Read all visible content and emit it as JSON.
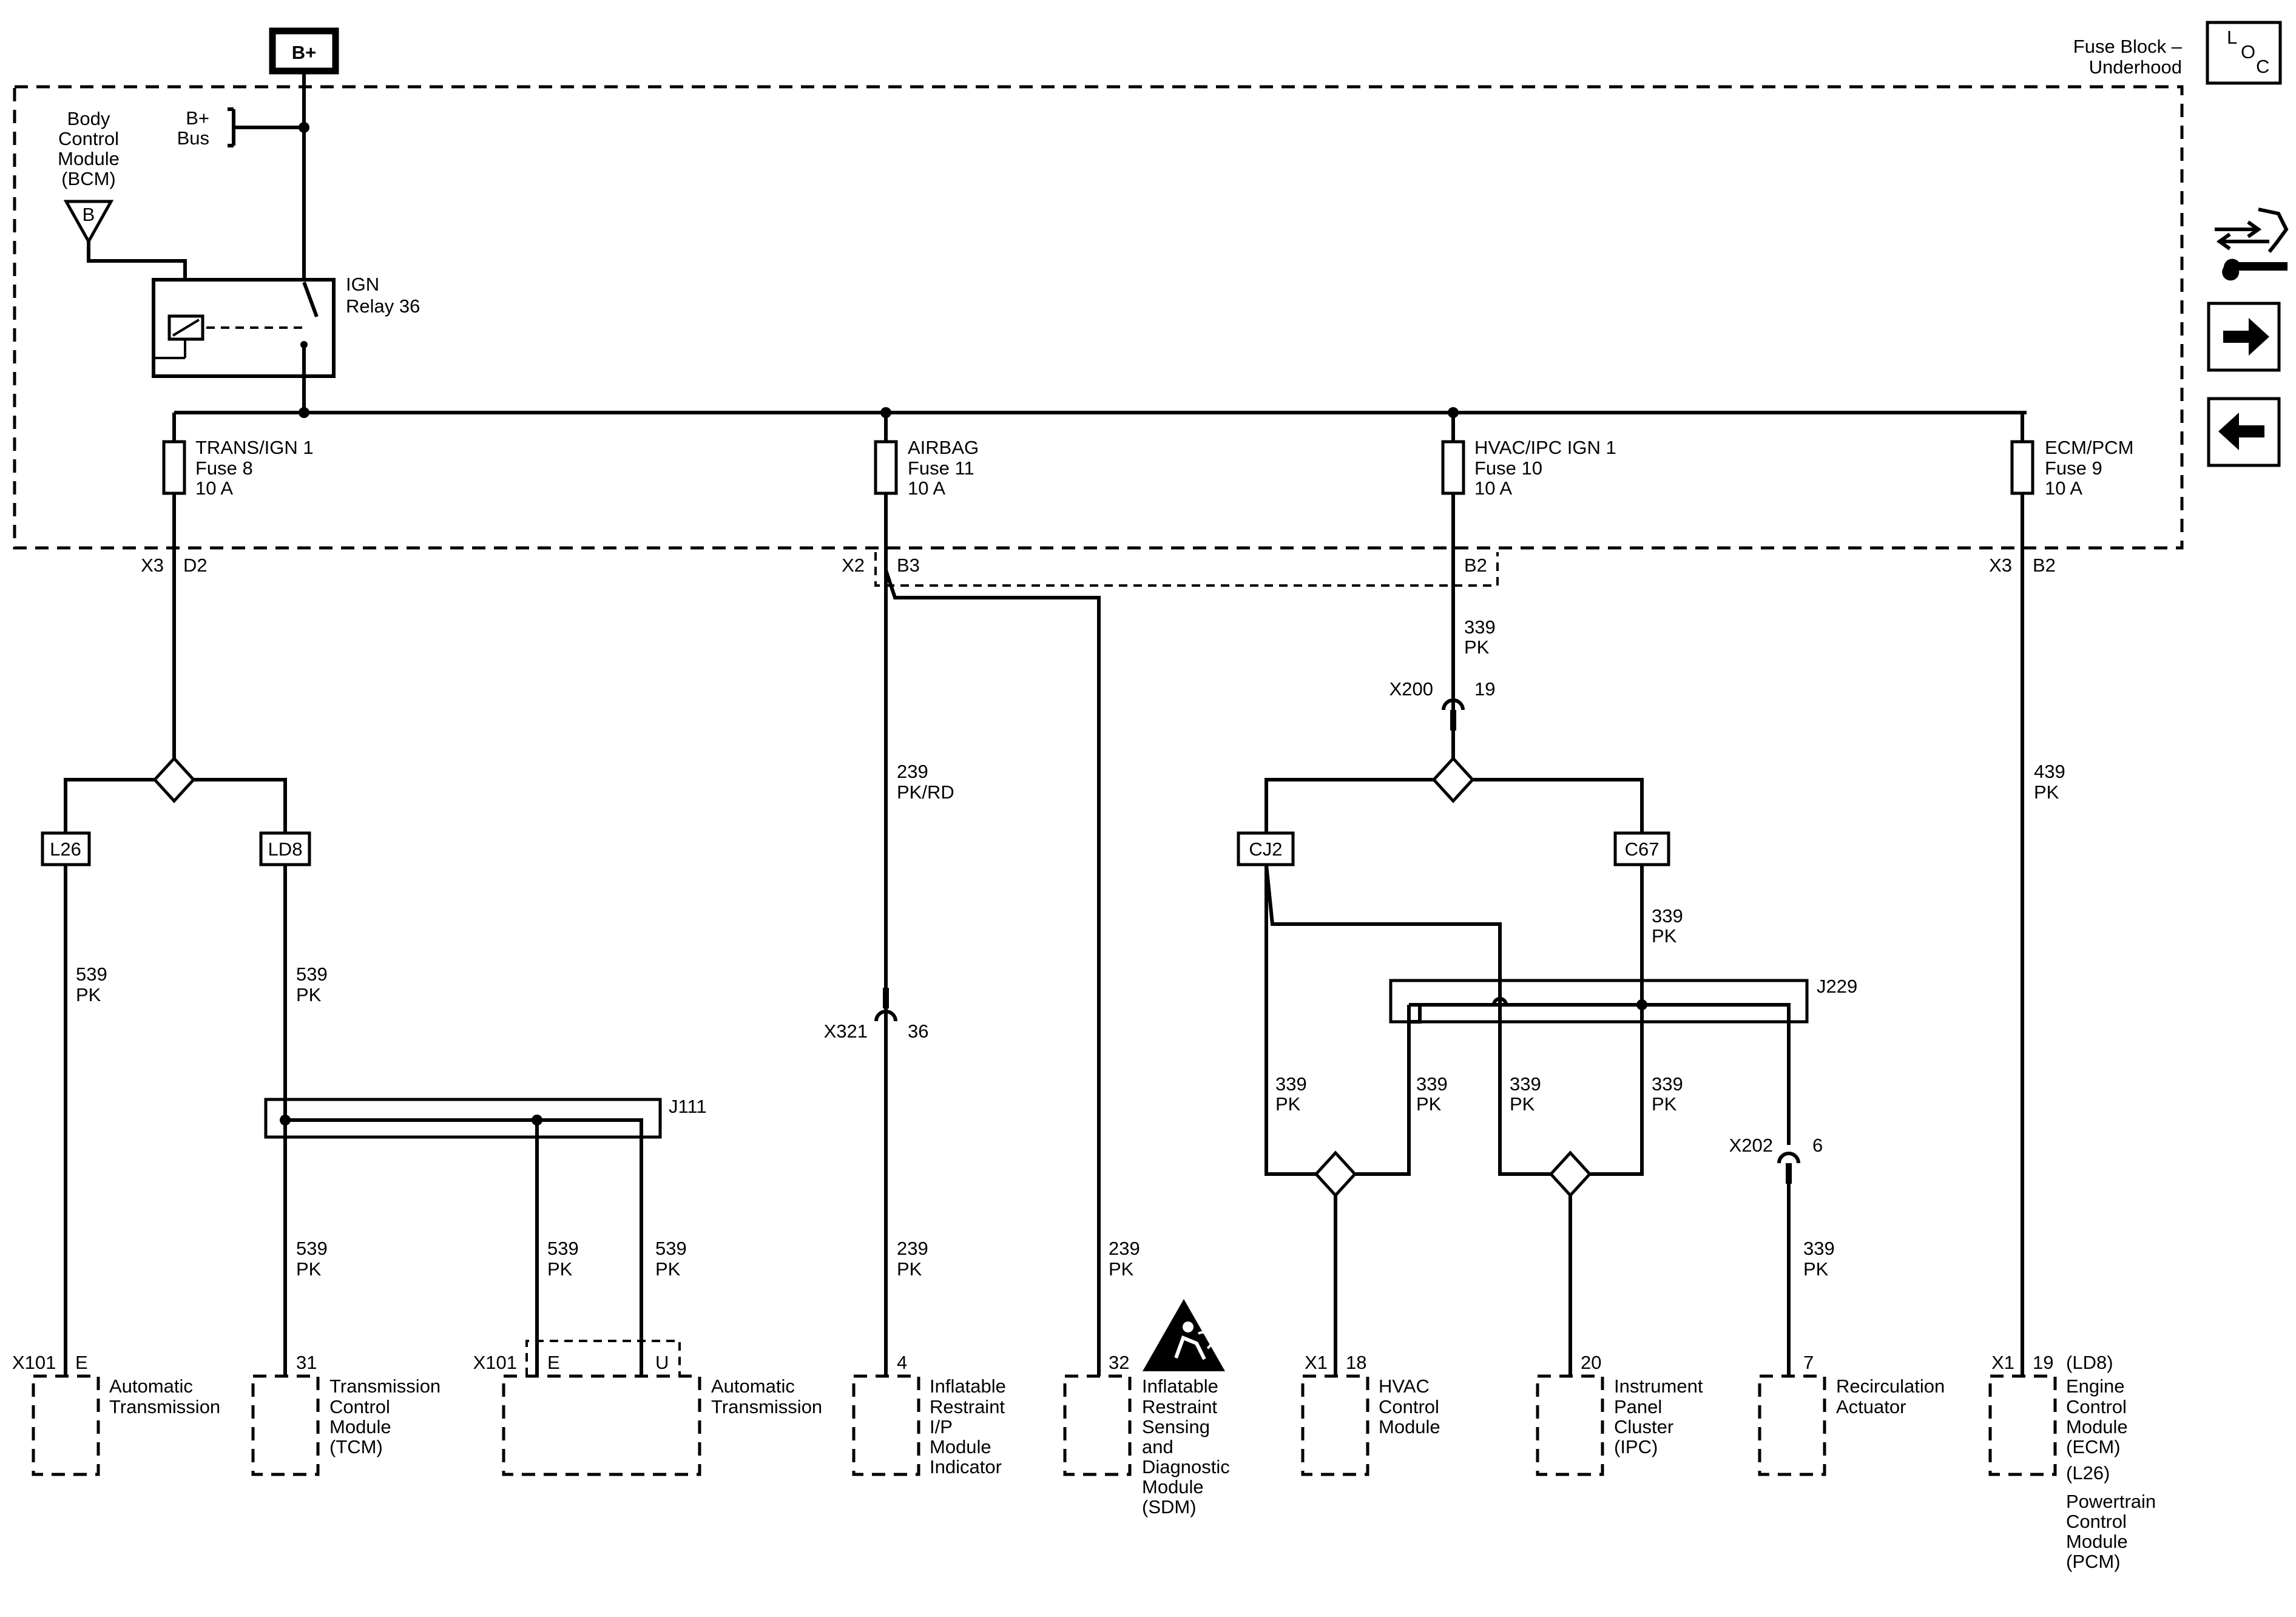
{
  "header": {
    "bplus_top": "B+",
    "fuse_block_line1": "Fuse Block –",
    "fuse_block_line2": "Underhood",
    "loc_l": "L",
    "loc_o": "O",
    "loc_c": "C"
  },
  "bcm": {
    "lines": [
      "Body",
      "Control",
      "Module",
      "(BCM)"
    ],
    "pin": "B"
  },
  "bplus_bus": [
    "B+",
    "Bus"
  ],
  "relay": [
    "IGN",
    "Relay 36"
  ],
  "fuses": [
    {
      "lines": [
        "TRANS/IGN 1",
        "Fuse 8",
        "10 A"
      ],
      "conn": "X3",
      "pin": "D2"
    },
    {
      "lines": [
        "AIRBAG",
        "Fuse 11",
        "10 A"
      ],
      "conn": "X2",
      "pin": "B3"
    },
    {
      "lines": [
        "HVAC/IPC IGN 1",
        "Fuse 10",
        "10 A"
      ],
      "conn": "",
      "pin": "B2"
    },
    {
      "lines": [
        "ECM/PCM",
        "Fuse 9",
        "10 A"
      ],
      "conn": "X3",
      "pin": "B2"
    }
  ],
  "options": {
    "l26": "L26",
    "ld8": "LD8",
    "cj2": "CJ2",
    "c67": "C67"
  },
  "wires": {
    "w539": [
      "539",
      "PK"
    ],
    "w239rd": [
      "239",
      "PK/RD"
    ],
    "w239": [
      "239",
      "PK"
    ],
    "w339": [
      "339",
      "PK"
    ],
    "w439": [
      "439",
      "PK"
    ]
  },
  "splices": {
    "j111": "J111",
    "j229": "J229"
  },
  "inline_connectors": [
    {
      "name": "X321",
      "pin": "36"
    },
    {
      "name": "X200",
      "pin": "19"
    },
    {
      "name": "X202",
      "pin": "6"
    }
  ],
  "components": [
    {
      "conn": "X101",
      "pin": "E",
      "lines": [
        "Automatic",
        "Transmission"
      ]
    },
    {
      "conn": "",
      "pin": "31",
      "lines": [
        "Transmission",
        "Control",
        "Module",
        "(TCM)"
      ]
    },
    {
      "conn": "X101",
      "pin": "E",
      "pin2": "U",
      "lines": [
        "Automatic",
        "Transmission"
      ]
    },
    {
      "conn": "",
      "pin": "4",
      "lines": [
        "Inflatable",
        "Restraint",
        "I/P",
        "Module",
        "Indicator"
      ]
    },
    {
      "conn": "",
      "pin": "32",
      "lines": [
        "Inflatable",
        "Restraint",
        "Sensing",
        "and",
        "Diagnostic",
        "Module",
        "(SDM)"
      ]
    },
    {
      "conn": "X1",
      "pin": "18",
      "lines": [
        "HVAC",
        "Control",
        "Module"
      ]
    },
    {
      "conn": "",
      "pin": "20",
      "lines": [
        "Instrument",
        "Panel",
        "Cluster",
        "(IPC)"
      ]
    },
    {
      "conn": "",
      "pin": "7",
      "lines": [
        "Recirculation",
        "Actuator"
      ]
    },
    {
      "conn": "X1",
      "pin": "19",
      "opt1": "(LD8)",
      "lines": [
        "Engine",
        "Control",
        "Module",
        "(ECM)"
      ],
      "opt2": "(L26)",
      "lines2": [
        "Powertrain",
        "Control",
        "Module",
        "(PCM)"
      ]
    }
  ],
  "icons": {
    "schematic_nav": "wrench-arrows-icon",
    "next": "arrow-right-icon",
    "previous": "arrow-left-icon",
    "sdm_warning": "airbag-warning-icon"
  }
}
